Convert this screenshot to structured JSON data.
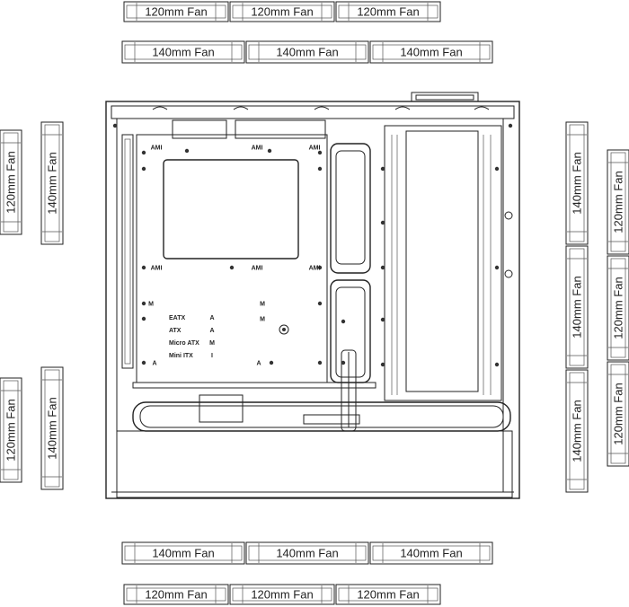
{
  "fans": {
    "top_120": [
      "120mm Fan",
      "120mm Fan",
      "120mm Fan"
    ],
    "top_140": [
      "140mm Fan",
      "140mm Fan",
      "140mm Fan"
    ],
    "bottom_140": [
      "140mm Fan",
      "140mm Fan",
      "140mm Fan"
    ],
    "bottom_120": [
      "120mm Fan",
      "120mm Fan",
      "120mm Fan"
    ],
    "left_120": [
      "120mm Fan",
      "120mm Fan"
    ],
    "left_140": [
      "140mm Fan",
      "140mm Fan"
    ],
    "right_140": [
      "140mm Fan",
      "140mm Fan",
      "140mm Fan"
    ],
    "right_120": [
      "120mm Fan",
      "120mm Fan",
      "120mm Fan"
    ]
  },
  "case": {
    "form_factors": [
      {
        "name": "EATX",
        "mark": "A"
      },
      {
        "name": "ATX",
        "mark": "A"
      },
      {
        "name": "Micro ATX",
        "mark": "M"
      },
      {
        "name": "Mini ITX",
        "mark": "I"
      }
    ],
    "standoff_marks": [
      "AMI",
      "AMI",
      "AMI",
      "AMI",
      "AMI",
      "AMI",
      "M",
      "M",
      "M",
      "A",
      "A"
    ]
  }
}
